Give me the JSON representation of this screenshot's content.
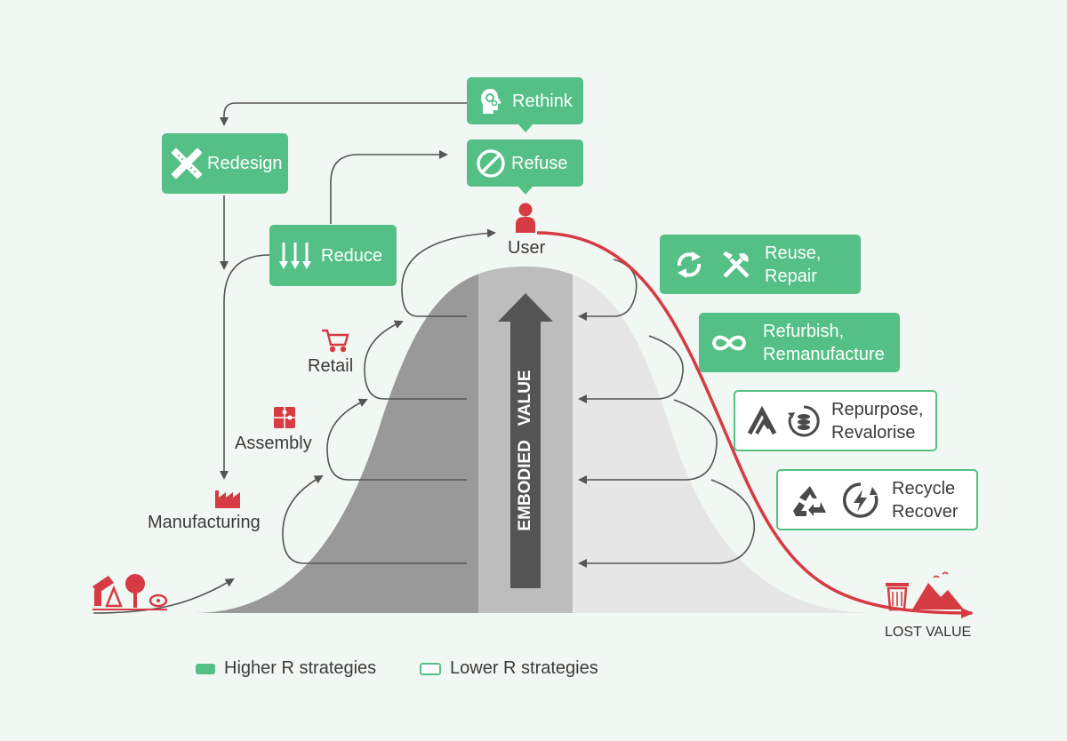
{
  "strategies": {
    "rethink": "Rethink",
    "refuse": "Refuse",
    "redesign": "Redesign",
    "reduce": "Reduce",
    "reuse_repair": "Reuse,\nRepair",
    "refurbish": "Refurbish,\nRemanufacture",
    "repurpose": "Repurpose,\nRevalorise",
    "recycle": "Recycle\nRecover"
  },
  "stages": {
    "user": "User",
    "retail": "Retail",
    "assembly": "Assembly",
    "manufacturing": "Manufacturing"
  },
  "center_label": "EMBODIED   VALUE",
  "lost_value": "LOST VALUE",
  "legend": {
    "higher": "Higher R strategies",
    "lower": "Lower R strategies"
  },
  "colors": {
    "green": "#55c085",
    "red": "#d63a43",
    "dark_gray": "#545454",
    "mid_gray": "#9a9a9a",
    "light_gray": "#e6e6e6",
    "background": "#f1f7f2"
  },
  "icons": {
    "rethink": "head-gears-icon",
    "refuse": "no-entry-icon",
    "redesign": "pencil-ruler-icon",
    "reduce": "down-arrows-icon",
    "reuse": "recycle-arrows-icon",
    "repair": "tools-icon",
    "refurbish": "infinity-icon",
    "repurpose": "triangle-icon",
    "revalorise": "coins-icon",
    "recycle": "recycling-icon",
    "recover": "energy-icon",
    "user": "person-icon",
    "retail": "shopping-cart-icon",
    "assembly": "puzzle-icon",
    "manufacturing": "factory-icon",
    "raw": "resources-icon",
    "lost": "trash-landfill-icon"
  }
}
